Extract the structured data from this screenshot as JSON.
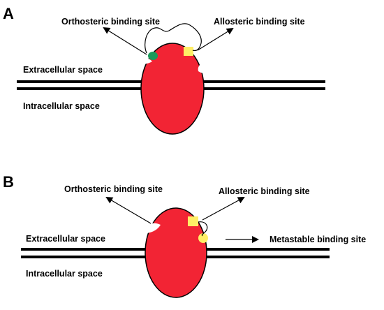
{
  "colors": {
    "receptor": "#f22434",
    "receptor_outline": "#000000",
    "membrane": "#000000",
    "orthosteric_ligand": "#1a9a5a",
    "allosteric_ligand": "#ffee66",
    "metastable_ligand": "#ffee66",
    "background": "#ffffff"
  },
  "panels": [
    {
      "letter": "A",
      "orthosteric_label": "Orthosteric binding site",
      "allosteric_label": "Allosteric binding site",
      "extracellular_label": "Extracellular space",
      "intracellular_label": "Intracellular space"
    },
    {
      "letter": "B",
      "orthosteric_label": "Orthosteric binding site",
      "allosteric_label": "Allosteric binding site",
      "metastable_label": "Metastable binding site",
      "extracellular_label": "Extracellular space",
      "intracellular_label": "Intracellular space"
    }
  ]
}
